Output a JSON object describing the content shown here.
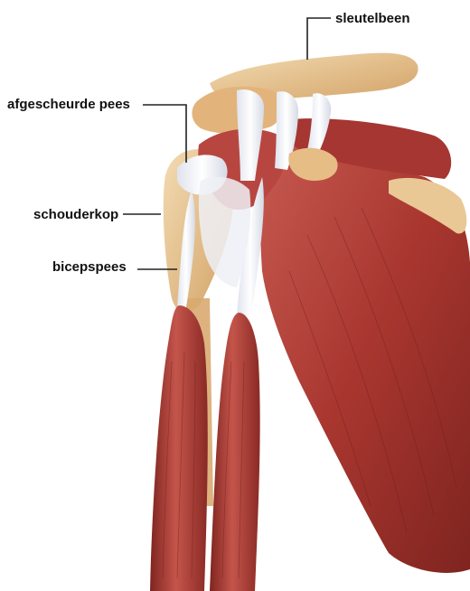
{
  "labels": {
    "sleutelbeen": "sleutelbeen",
    "afgescheurde_pees": "afgescheurde pees",
    "schouderkop": "schouderkop",
    "bicepspees": "bicepspees"
  },
  "colors": {
    "muscle_dark": "#8e2a26",
    "muscle_mid": "#b8453e",
    "muscle_light": "#d9776b",
    "bone": "#e8c48f",
    "bone_shadow": "#c9955c",
    "tendon": "#eef0f6",
    "label_text": "#111111",
    "leader_line": "#222222"
  }
}
